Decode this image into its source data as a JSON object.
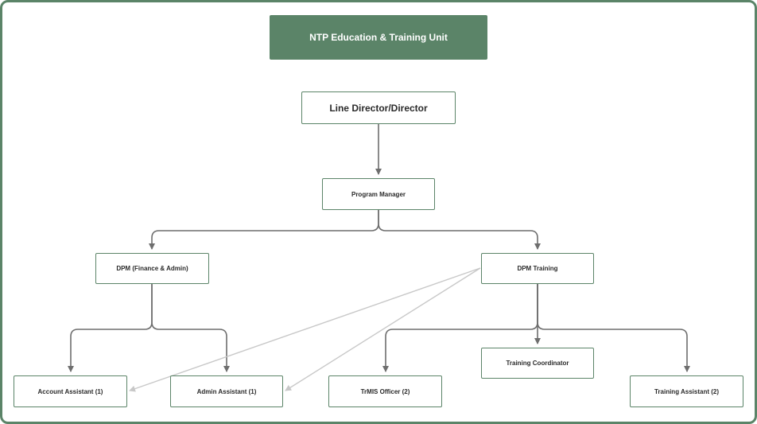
{
  "title": "NTP Education & Training Unit",
  "nodes": {
    "director": "Line Director/Director",
    "program_manager": "Program Manager",
    "dpm_finance": "DPM (Finance & Admin)",
    "dpm_training": "DPM Training",
    "account_assistant": "Account Assistant (1)",
    "admin_assistant": "Admin Assistant (1)",
    "trmis_officer": "TrMIS Officer (2)",
    "training_coordinator": "Training Coordinator",
    "training_assistant": "Training Assistant (2)"
  },
  "colors": {
    "accent": "#5b8468",
    "connector": "#6e6e6e",
    "secondary_connector": "#c8c8c8"
  }
}
